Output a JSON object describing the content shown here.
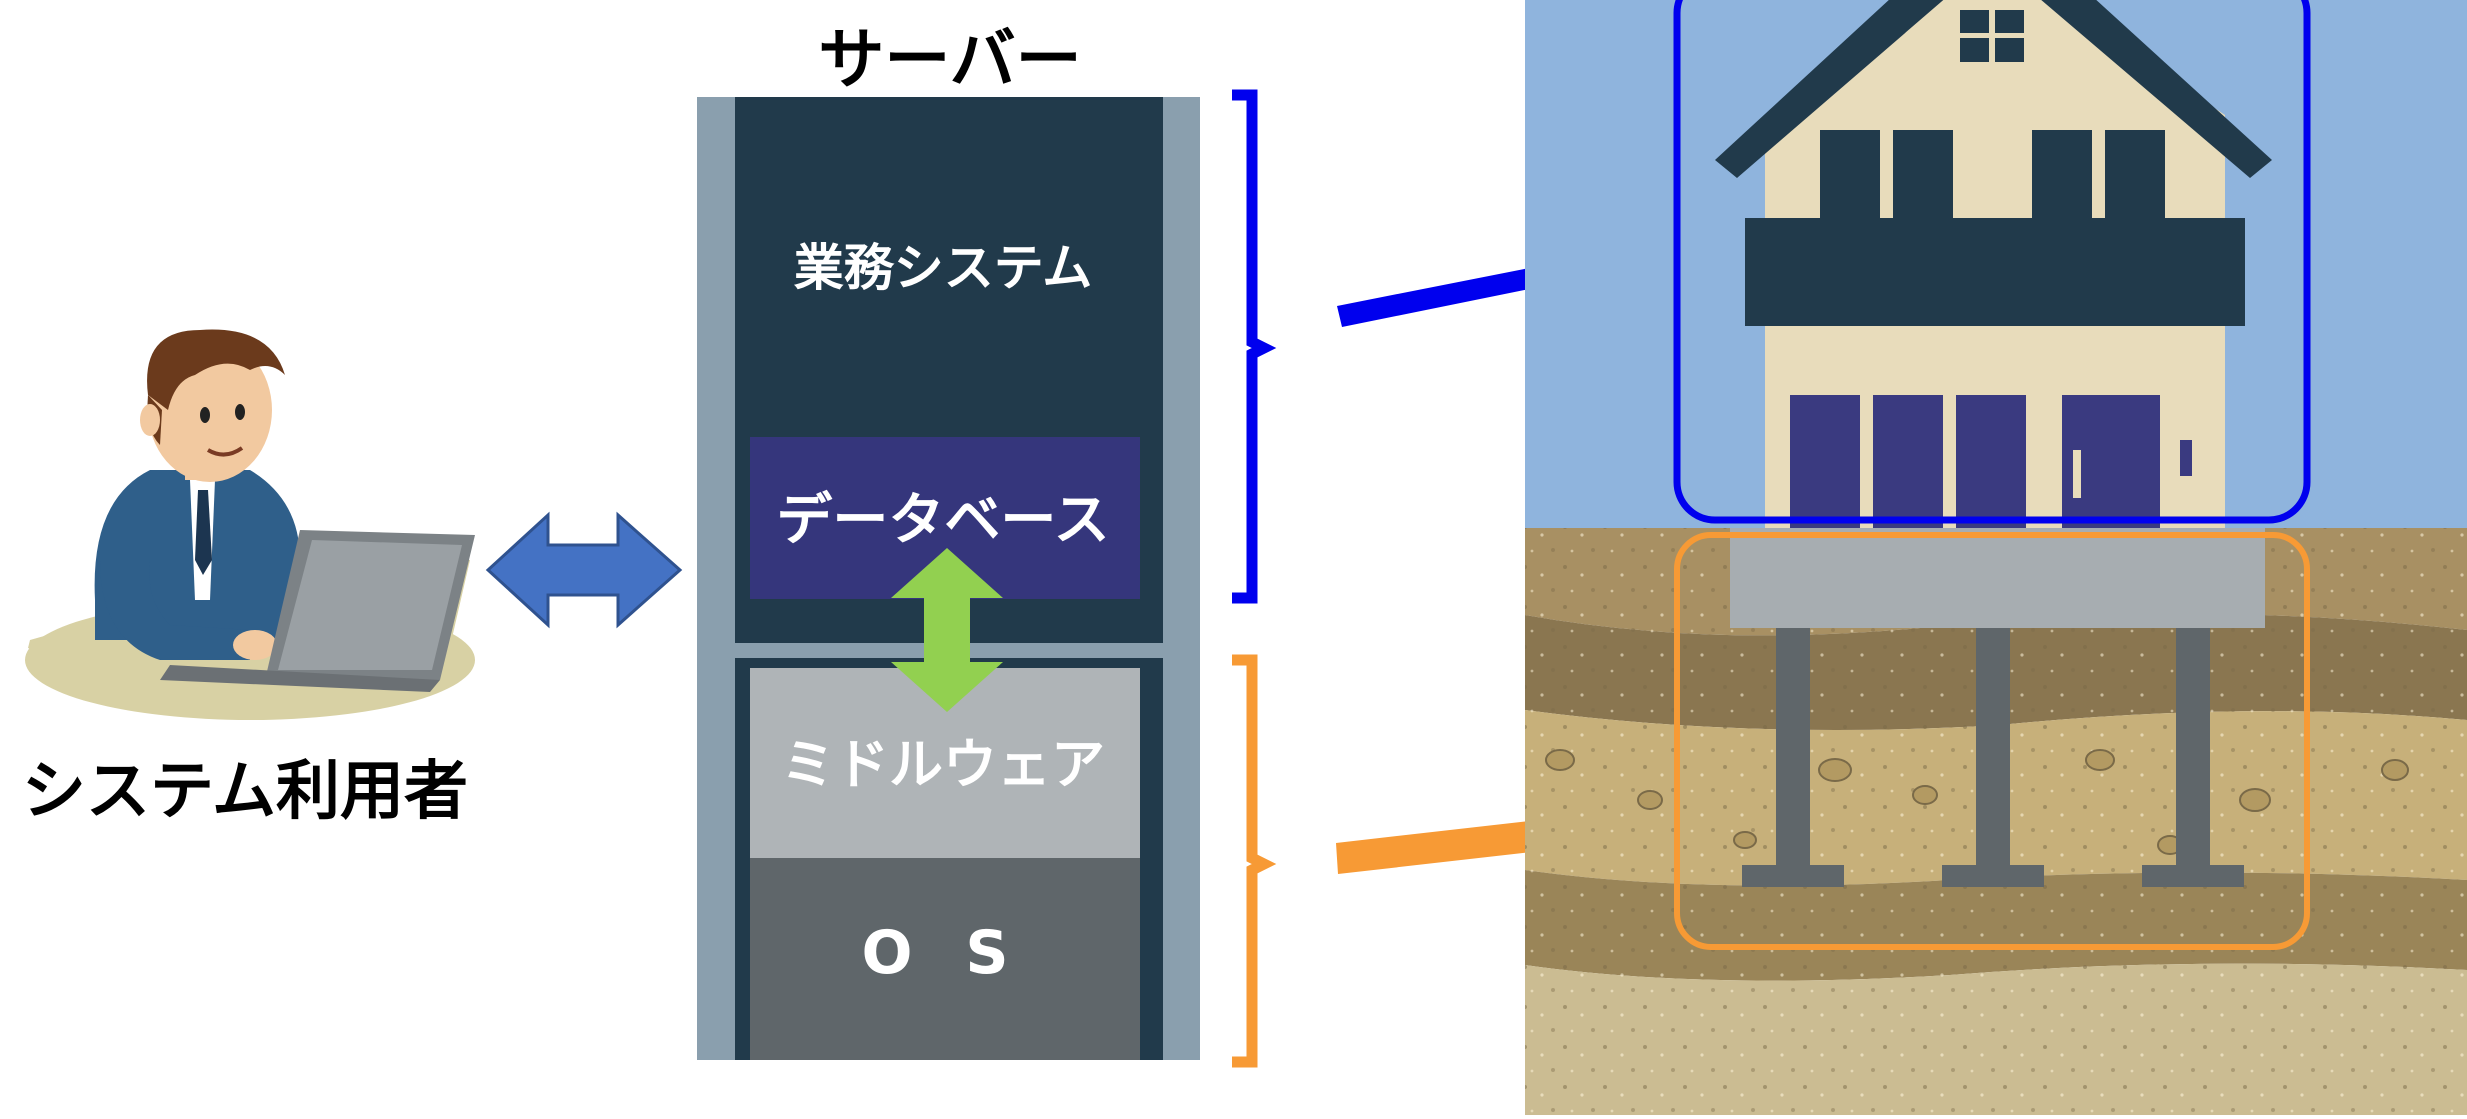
{
  "server": {
    "title": "サーバー",
    "layers": {
      "business_system": "業務システム",
      "database": "データベース",
      "middleware": "ミドルウェア",
      "os": "O S"
    }
  },
  "user": {
    "label": "システム利用者"
  },
  "colors": {
    "server_frame": "#8a9fae",
    "business_system": "#213a4b",
    "database": "#35367c",
    "middleware": "#afb4b7",
    "os": "#5f666a",
    "upper_bracket": "#0000ee",
    "lower_bracket": "#f79a35",
    "user_arrow": "#4472c4",
    "db_middleware_arrow": "#92d050",
    "sky": "#8fb4dd",
    "house_wall": "#e8dcbb",
    "house_roof": "#213a4b",
    "house_door": "#3a3a80"
  },
  "icons": {
    "user": "office-worker-with-laptop-icon",
    "house": "house-on-foundation-illustration"
  }
}
